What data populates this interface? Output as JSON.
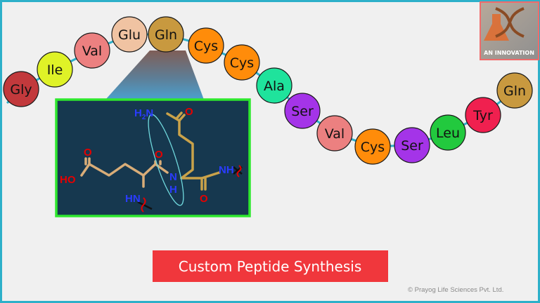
{
  "colors": {
    "background": "#f0f0f0",
    "frame": "#2db0c9",
    "panel_bg": "#16384f",
    "panel_border": "#2ee82e",
    "bond_main": "#d9ad78",
    "bond_side": "#c9a24a",
    "oxygen": "#e60000",
    "nitrogen": "#2a3cff",
    "ellipse": "#6fd7dc",
    "banner": "#f0373c",
    "logo_bg": "#9c9c9c"
  },
  "peptide_chain": [
    {
      "label": "Gly",
      "color": "#c2393c"
    },
    {
      "label": "Ile",
      "color": "#dff227"
    },
    {
      "label": "Val",
      "color": "#ec8080"
    },
    {
      "label": "Glu",
      "color": "#f0c3a2"
    },
    {
      "label": "Gln",
      "color": "#c8993f"
    },
    {
      "label": "Cys",
      "color": "#ff8c0a"
    },
    {
      "label": "Cys",
      "color": "#ff8c0a"
    },
    {
      "label": "Ala",
      "color": "#1fe39c"
    },
    {
      "label": "Ser",
      "color": "#a434e8"
    },
    {
      "label": "Val",
      "color": "#ec8080"
    },
    {
      "label": "Cys",
      "color": "#ff8c0a"
    },
    {
      "label": "Ser",
      "color": "#a434e8"
    },
    {
      "label": "Leu",
      "color": "#22c93e"
    },
    {
      "label": "Tyr",
      "color": "#f0204f"
    },
    {
      "label": "Gln",
      "color": "#c8993f"
    }
  ],
  "structure": {
    "amide_n": "H2N",
    "carbonyl_o": "O",
    "acid_o": "O",
    "acid_ho": "HO",
    "alpha_n": "HN",
    "peptide_n": "N",
    "peptide_h": "H",
    "peptide_o": "O",
    "c_term_o": "O",
    "c_term_nh": "NH"
  },
  "logo": {
    "caption": "AN INNOVATION"
  },
  "banner": {
    "title": "Custom Peptide Synthesis"
  },
  "footer": {
    "copyright": "© Prayog Life Sciences Pvt. Ltd."
  }
}
